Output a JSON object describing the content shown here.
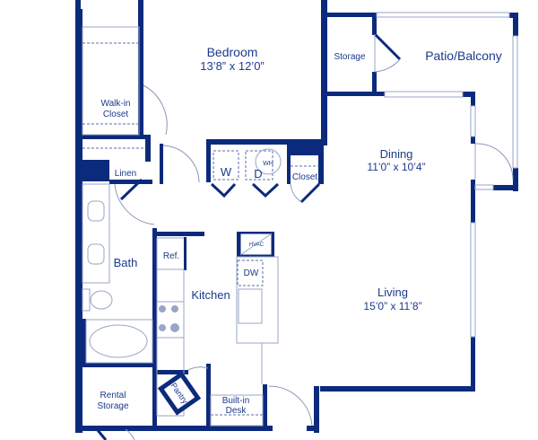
{
  "rooms": {
    "bedroom": {
      "name": "Bedroom",
      "size": "13’8” x 12’0”"
    },
    "storage": {
      "name": "Storage"
    },
    "patio": {
      "name": "Patio/Balcony"
    },
    "walkin": {
      "line1": "Walk-in",
      "line2": "Closet"
    },
    "linen": {
      "name": "Linen"
    },
    "washer": {
      "name": "W"
    },
    "dryer": {
      "name": "D"
    },
    "water_heater": {
      "name": "WH"
    },
    "closet": {
      "name": "Closet"
    },
    "dining": {
      "name": "Dining",
      "size": "11’0” x 10’4”"
    },
    "bath": {
      "name": "Bath"
    },
    "ref": {
      "name": "Ref."
    },
    "hvac": {
      "name": "HVAC"
    },
    "dw": {
      "name": "DW"
    },
    "kitchen": {
      "name": "Kitchen"
    },
    "living": {
      "name": "Living",
      "size": "15’0” x 11’8”"
    },
    "rental_storage": {
      "line1": "Rental",
      "line2": "Storage"
    },
    "pantry": {
      "name": "Pantry"
    },
    "desk": {
      "line1": "Built-in",
      "line2": "Desk"
    }
  },
  "colors": {
    "wall": "#0c2a7c",
    "text": "#1c3a8c"
  }
}
